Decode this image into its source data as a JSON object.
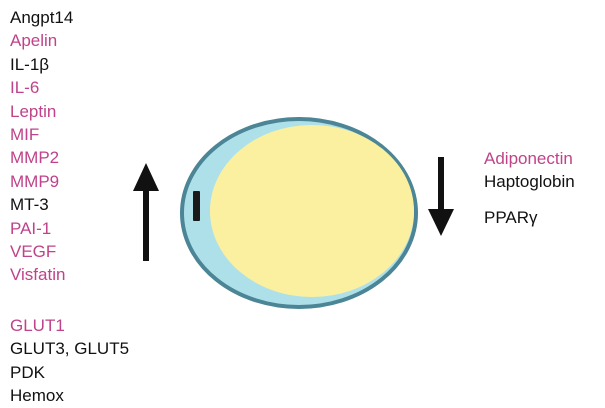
{
  "colors": {
    "highlight_text": "#c0428a",
    "default_text": "#111111",
    "cell_outline": "#4b8596",
    "cytoplasm": "#aee0ea",
    "lipid_droplet": "#fbf0a0",
    "arrow": "#111111"
  },
  "upregulated": {
    "group1": [
      {
        "label": "Angpt14",
        "color": "black"
      },
      {
        "label": "Apelin",
        "color": "pink"
      },
      {
        "label": "IL-1β",
        "color": "black"
      },
      {
        "label": "IL-6",
        "color": "pink"
      },
      {
        "label": "Leptin",
        "color": "pink"
      },
      {
        "label": "MIF",
        "color": "pink"
      },
      {
        "label": "MMP2",
        "color": "pink"
      },
      {
        "label": "MMP9",
        "color": "pink"
      },
      {
        "label": "MT-3",
        "color": "black"
      },
      {
        "label": "PAI-1",
        "color": "pink"
      },
      {
        "label": "VEGF",
        "color": "pink"
      },
      {
        "label": "Visfatin",
        "color": "pink"
      }
    ],
    "group2": [
      {
        "label": "GLUT1",
        "color": "pink"
      },
      {
        "label": "GLUT3, GLUT5",
        "color": "black"
      },
      {
        "label": "PDK",
        "color": "black"
      },
      {
        "label": "Hemox",
        "color": "black"
      }
    ]
  },
  "downregulated": [
    {
      "label": "Adiponectin",
      "color": "pink"
    },
    {
      "label": "Haptoglobin",
      "color": "black"
    },
    {
      "label": "PPARγ",
      "color": "black"
    }
  ],
  "icons": {
    "up_arrow": "up-arrow-icon",
    "down_arrow": "down-arrow-icon",
    "cell": "adipocyte-icon"
  }
}
